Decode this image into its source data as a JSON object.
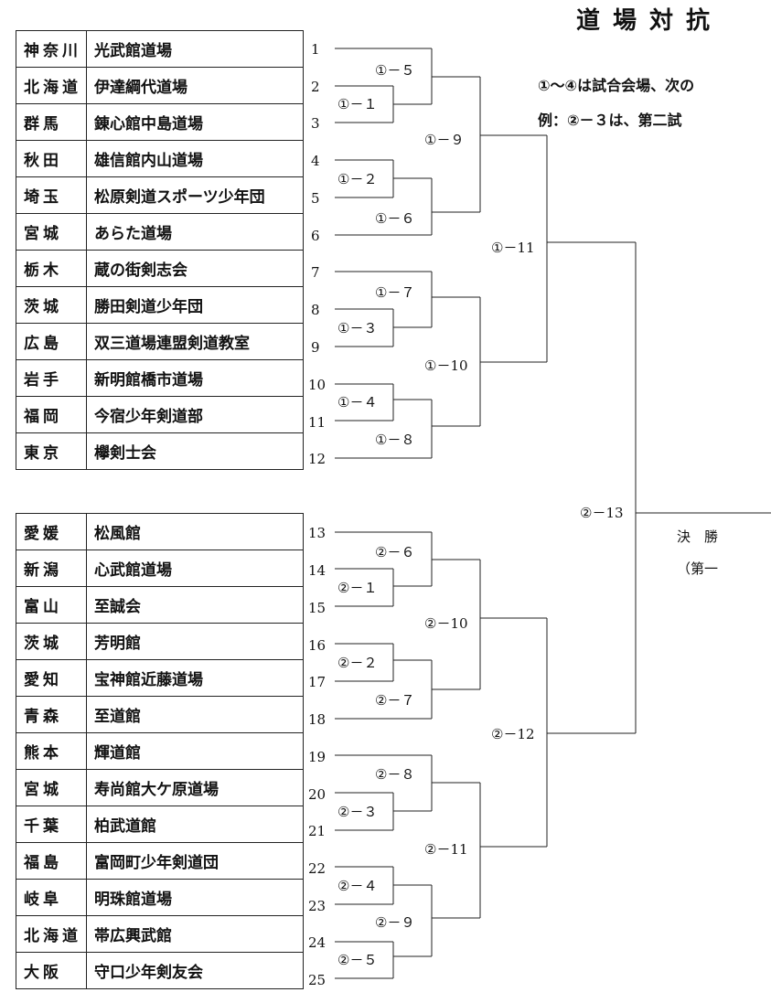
{
  "title": "道場対抗",
  "notes": [
    "①～④は試合会場、次の",
    "例：②－３は、第二試"
  ],
  "group1": [
    {
      "pref": "神奈川",
      "team": "光武館道場",
      "num": "1"
    },
    {
      "pref": "北海道",
      "team": "伊達綱代道場",
      "num": "2"
    },
    {
      "pref": "群馬",
      "team": "錬心館中島道場",
      "num": "3"
    },
    {
      "pref": "秋田",
      "team": "雄信館内山道場",
      "num": "4"
    },
    {
      "pref": "埼玉",
      "team": "松原剣道スポーツ少年団",
      "num": "5"
    },
    {
      "pref": "宮城",
      "team": "あらた道場",
      "num": "6"
    },
    {
      "pref": "栃木",
      "team": "蔵の街剣志会",
      "num": "7"
    },
    {
      "pref": "茨城",
      "team": "勝田剣道少年団",
      "num": "8"
    },
    {
      "pref": "広島",
      "team": "双三道場連盟剣道教室",
      "num": "9"
    },
    {
      "pref": "岩手",
      "team": "新明館橋市道場",
      "num": "10"
    },
    {
      "pref": "福岡",
      "team": "今宿少年剣道部",
      "num": "11"
    },
    {
      "pref": "東京",
      "team": "欅剣士会",
      "num": "12"
    }
  ],
  "group2": [
    {
      "pref": "愛媛",
      "team": "松風館",
      "num": "13"
    },
    {
      "pref": "新潟",
      "team": "心武館道場",
      "num": "14"
    },
    {
      "pref": "富山",
      "team": "至誠会",
      "num": "15"
    },
    {
      "pref": "茨城",
      "team": "芳明館",
      "num": "16"
    },
    {
      "pref": "愛知",
      "team": "宝神館近藤道場",
      "num": "17"
    },
    {
      "pref": "青森",
      "team": "至道館",
      "num": "18"
    },
    {
      "pref": "熊本",
      "team": "輝道館",
      "num": "19"
    },
    {
      "pref": "宮城",
      "team": "寿尚館大ケ原道場",
      "num": "20"
    },
    {
      "pref": "千葉",
      "team": "柏武道館",
      "num": "21"
    },
    {
      "pref": "福島",
      "team": "富岡町少年剣道団",
      "num": "22"
    },
    {
      "pref": "岐阜",
      "team": "明珠館道場",
      "num": "23"
    },
    {
      "pref": "北海道",
      "team": "帯広興武館",
      "num": "24"
    },
    {
      "pref": "大阪",
      "team": "守口少年剣友会",
      "num": "25"
    }
  ],
  "matches": {
    "m1_1": "①－１",
    "m1_2": "①－２",
    "m1_3": "①－３",
    "m1_4": "①－４",
    "m1_5": "①－５",
    "m1_6": "①－６",
    "m1_7": "①－７",
    "m1_8": "①－８",
    "m1_9": "①－９",
    "m1_10": "①－10",
    "m1_11": "①－11",
    "m2_1": "②－１",
    "m2_2": "②－２",
    "m2_3": "②－３",
    "m2_4": "②－４",
    "m2_5": "②－５",
    "m2_6": "②－６",
    "m2_7": "②－７",
    "m2_8": "②－８",
    "m2_9": "②－９",
    "m2_10": "②－10",
    "m2_11": "②－11",
    "m2_12": "②－12",
    "m2_13": "②－13"
  },
  "final": {
    "label": "決　勝",
    "note": "（第一"
  }
}
